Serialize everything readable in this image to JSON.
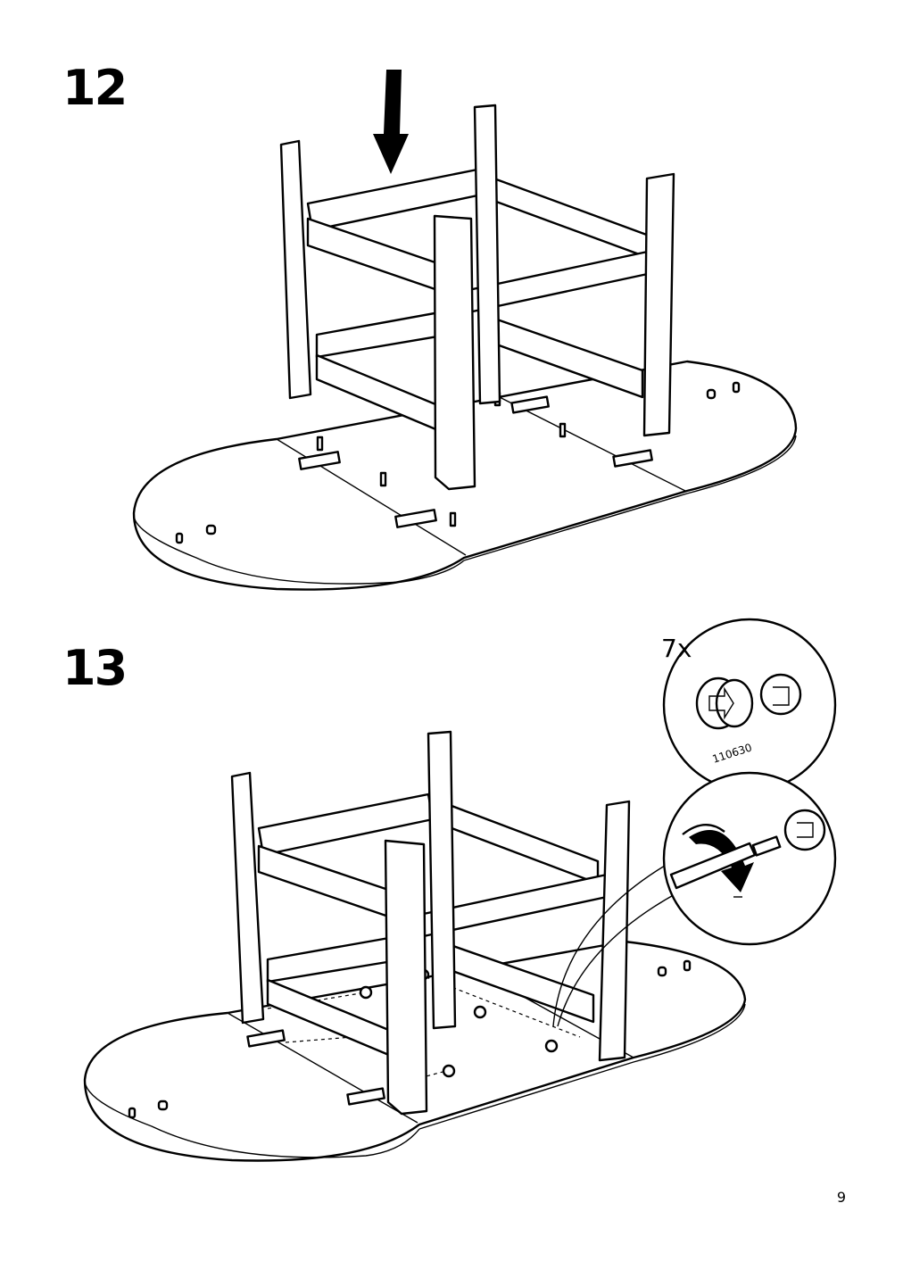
{
  "steps": [
    {
      "number": "12"
    },
    {
      "number": "13",
      "detail": {
        "quantity": "7x",
        "part_number": "110630"
      }
    }
  ],
  "page": {
    "number": "9"
  }
}
